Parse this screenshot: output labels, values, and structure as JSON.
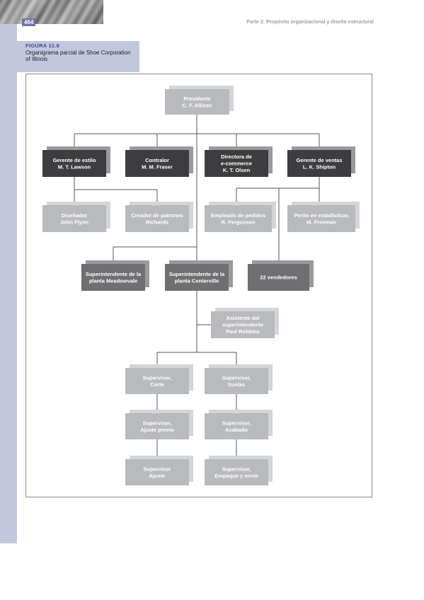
{
  "header": {
    "page_number": "464",
    "running_head": "Parte 2: Propósito organizacional y diseño estructural"
  },
  "figure": {
    "label": "FIGURA 11.9",
    "title": "Organigrama parcial de Shoe Corporation of Illinois"
  },
  "colors": {
    "dark_box": "#3d3d3f",
    "mid_box": "#6f6f72",
    "light_box": "#b9babd",
    "shadow": "#9a9a9c",
    "accent": "#c3c7de"
  },
  "org_chart": {
    "nodes": [
      {
        "id": "presidente",
        "lines": [
          "Presidente",
          "C. F. Allison"
        ],
        "style": "light"
      },
      {
        "id": "estilo",
        "lines": [
          "Gerente de estilo",
          "M. T. Lawson"
        ],
        "style": "dark"
      },
      {
        "id": "contralor",
        "lines": [
          "Contralor",
          "M. M. Fraser"
        ],
        "style": "dark"
      },
      {
        "id": "ecommerce",
        "lines": [
          "Directora de",
          "e-commerce",
          "K. T. Olsen"
        ],
        "style": "dark"
      },
      {
        "id": "ventas",
        "lines": [
          "Gerente de ventas",
          "L. K. Shipton"
        ],
        "style": "dark"
      },
      {
        "id": "disenador",
        "lines": [
          "Diseñador",
          "John Flynn"
        ],
        "style": "light"
      },
      {
        "id": "creador",
        "lines": [
          "Creador de patrones",
          "Richards"
        ],
        "style": "light"
      },
      {
        "id": "pedidos",
        "lines": [
          "Empleado de pedidos",
          "R. Fergusson"
        ],
        "style": "light"
      },
      {
        "id": "perito",
        "lines": [
          "Perito en estadísticas",
          "M. Freeman"
        ],
        "style": "light"
      },
      {
        "id": "meadowvale",
        "lines": [
          "Superintendente de la",
          "planta Meadowvale"
        ],
        "style": "mid"
      },
      {
        "id": "centerville",
        "lines": [
          "Superintendente de la",
          "planta Centerville"
        ],
        "style": "mid"
      },
      {
        "id": "vendedores",
        "lines": [
          "22 vendedores"
        ],
        "style": "mid"
      },
      {
        "id": "asistente",
        "lines": [
          "Asistente del",
          "superintendente",
          "Paul Robbins"
        ],
        "style": "light"
      },
      {
        "id": "corte",
        "lines": [
          "Supervisor,",
          "Corte"
        ],
        "style": "light"
      },
      {
        "id": "suelas",
        "lines": [
          "Supervisor,",
          "Suelas"
        ],
        "style": "light"
      },
      {
        "id": "ajuste-previo",
        "lines": [
          "Supervisor,",
          "Ajuste previo"
        ],
        "style": "light"
      },
      {
        "id": "acabado",
        "lines": [
          "Supervisor,",
          "Acabado"
        ],
        "style": "light"
      },
      {
        "id": "ajuste",
        "lines": [
          "Supervisor",
          "Ajuste"
        ],
        "style": "light"
      },
      {
        "id": "empaque",
        "lines": [
          "Supervisor,",
          "Empaque y envío"
        ],
        "style": "light"
      }
    ]
  }
}
